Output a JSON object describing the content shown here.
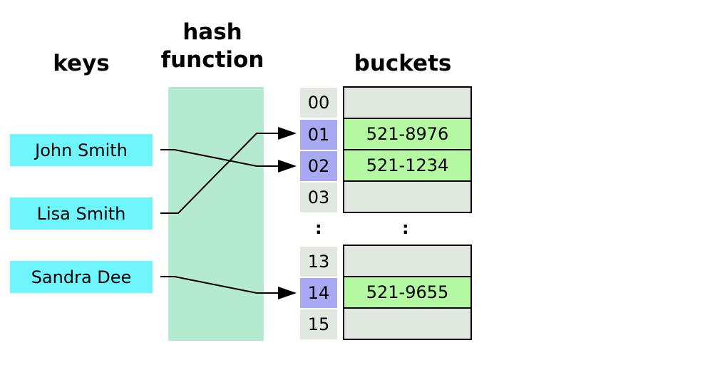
{
  "headings": {
    "keys": "keys",
    "hash_line1": "hash",
    "hash_line2": "function",
    "buckets": "buckets"
  },
  "keys": [
    "John Smith",
    "Lisa Smith",
    "Sandra Dee"
  ],
  "indices_top": [
    "00",
    "01",
    "02",
    "03"
  ],
  "indices_bottom": [
    "13",
    "14",
    "15"
  ],
  "buckets_top": [
    "",
    "521-8976",
    "521-1234",
    ""
  ],
  "buckets_bottom": [
    "",
    "521-9655",
    ""
  ],
  "ellipsis": ":",
  "colors": {
    "key_fill": "#6ff6fd",
    "hash_fill": "#b4ead0",
    "index_fill": "#e0e8df",
    "index_hit_fill": "#a8a8f3",
    "bucket_fill": "#e0e8df",
    "bucket_hit_fill": "#b4f8a2"
  }
}
